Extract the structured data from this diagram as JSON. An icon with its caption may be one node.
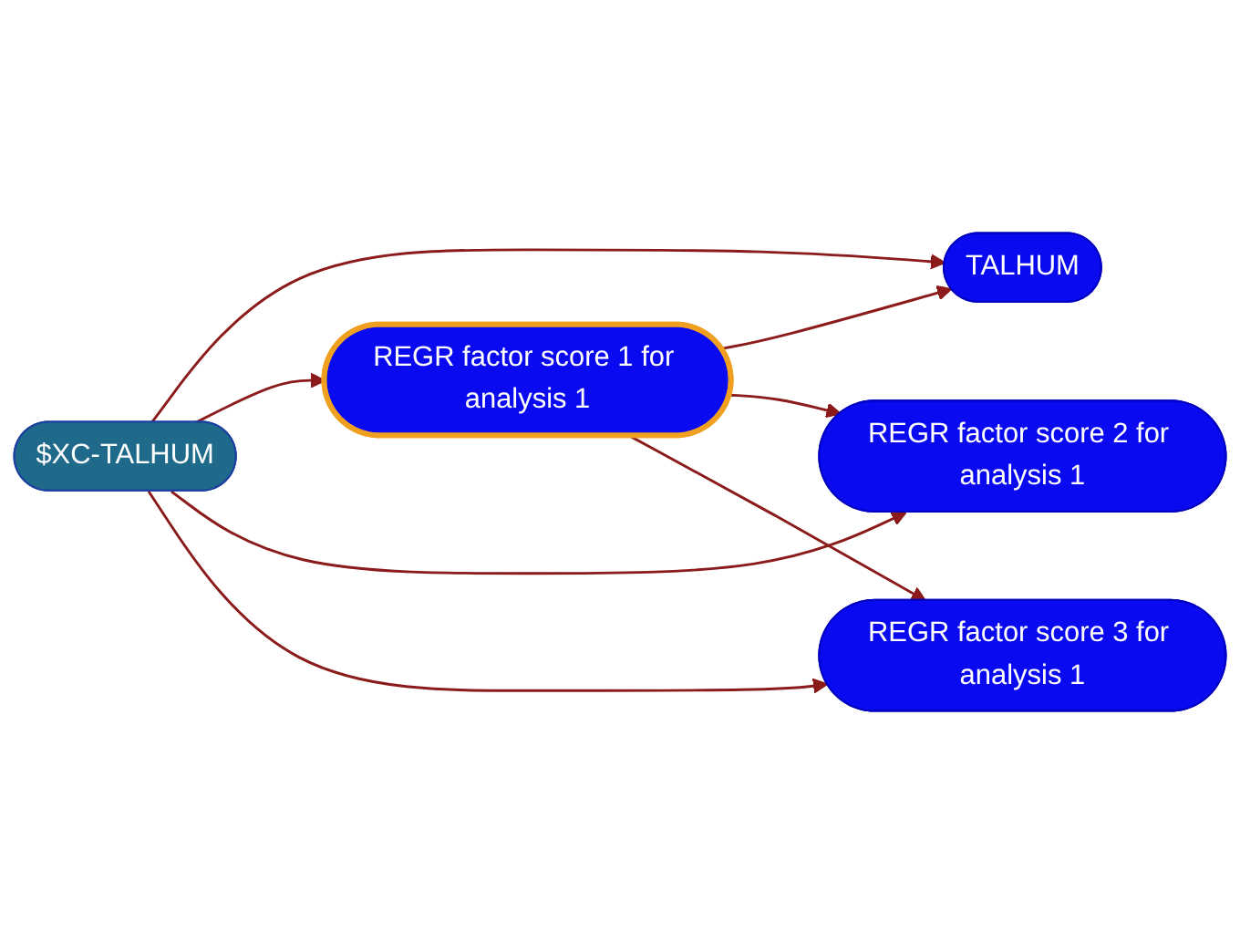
{
  "diagram": {
    "nodes": [
      {
        "text": [
          "TALHUM"
        ]
      },
      {
        "text": [
          "REGR factor score 2 for analysis 1"
        ]
      },
      {
        "text": [
          "$XC-TALHUM"
        ]
      },
      {
        "text": [
          "REGR factor score 1 for analysis 1"
        ]
      },
      {
        "text": [
          "REGR factor score 3 for analysis 1"
        ]
      }
    ],
    "edges": [
      {
        "from": 2,
        "to": 0,
        "arrow": "to"
      },
      {
        "from": 2,
        "to": 3,
        "arrow": "to"
      },
      {
        "from": 2,
        "to": 1,
        "arrow": "to"
      },
      {
        "from": 2,
        "to": 4,
        "arrow": "to"
      },
      {
        "from": 3,
        "to": 0,
        "arrow": "to"
      },
      {
        "from": 3,
        "to": 1,
        "arrow": "to"
      },
      {
        "from": 3,
        "to": 4,
        "arrow": "to"
      }
    ]
  }
}
